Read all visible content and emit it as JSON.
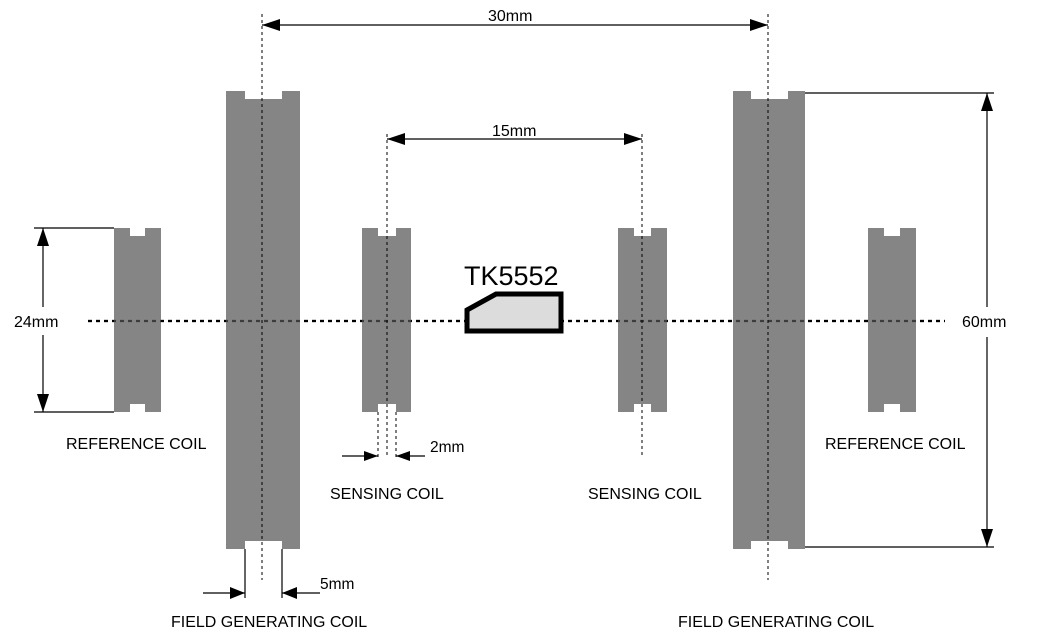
{
  "labels": {
    "dim_30": "30mm",
    "dim_15": "15mm",
    "dim_24": "24mm",
    "dim_60": "60mm",
    "dim_2": "2mm",
    "dim_5": "5mm",
    "tag": "TK5552",
    "reference_coil_left": "REFERENCE COIL",
    "reference_coil_right": "REFERENCE COIL",
    "sensing_coil_left": "SENSING COIL",
    "sensing_coil_right": "SENSING COIL",
    "field_coil_left": "FIELD GENERATING COIL",
    "field_coil_right": "FIELD GENERATING COIL"
  },
  "colors": {
    "coil": "#858585",
    "tag_fill": "#dcdcdc",
    "line": "#000000"
  }
}
